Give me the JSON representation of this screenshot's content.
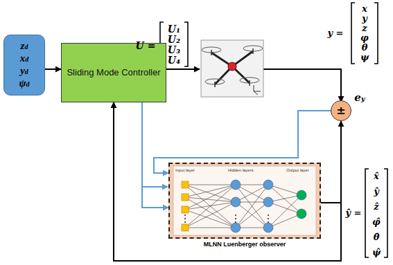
{
  "diagram": {
    "nodes": [
      {
        "text": [
          "zd",
          "xd",
          "yd",
          "ψd"
        ]
      },
      {
        "text": [
          "Sliding Mode Controller"
        ]
      },
      {
        "text": [
          "±"
        ]
      },
      {
        "text": [
          "Input layer",
          "Hidden layers",
          "Output layer",
          "MLNN Luenberger observer"
        ]
      }
    ],
    "edges": [
      {
        "from": 0,
        "to": 1,
        "arrow": "to"
      },
      {
        "from": 1,
        "to": 3,
        "arrow": "to"
      },
      {
        "from": 2,
        "to": 3,
        "arrow": "to"
      },
      {
        "from": 3,
        "to": 2,
        "arrow": "to"
      },
      {
        "from": 3,
        "to": 1,
        "arrow": "to"
      }
    ],
    "labels": [
      "U =",
      "U₁",
      "U₂",
      "U₃",
      "U₄",
      "y =",
      "x",
      "y",
      "z",
      "φ",
      "θ",
      "ψ",
      "ey",
      "ŷ =",
      "x̂",
      "ŷ",
      "ẑ",
      "φ̂",
      "θ̂",
      "ψ̂"
    ]
  }
}
